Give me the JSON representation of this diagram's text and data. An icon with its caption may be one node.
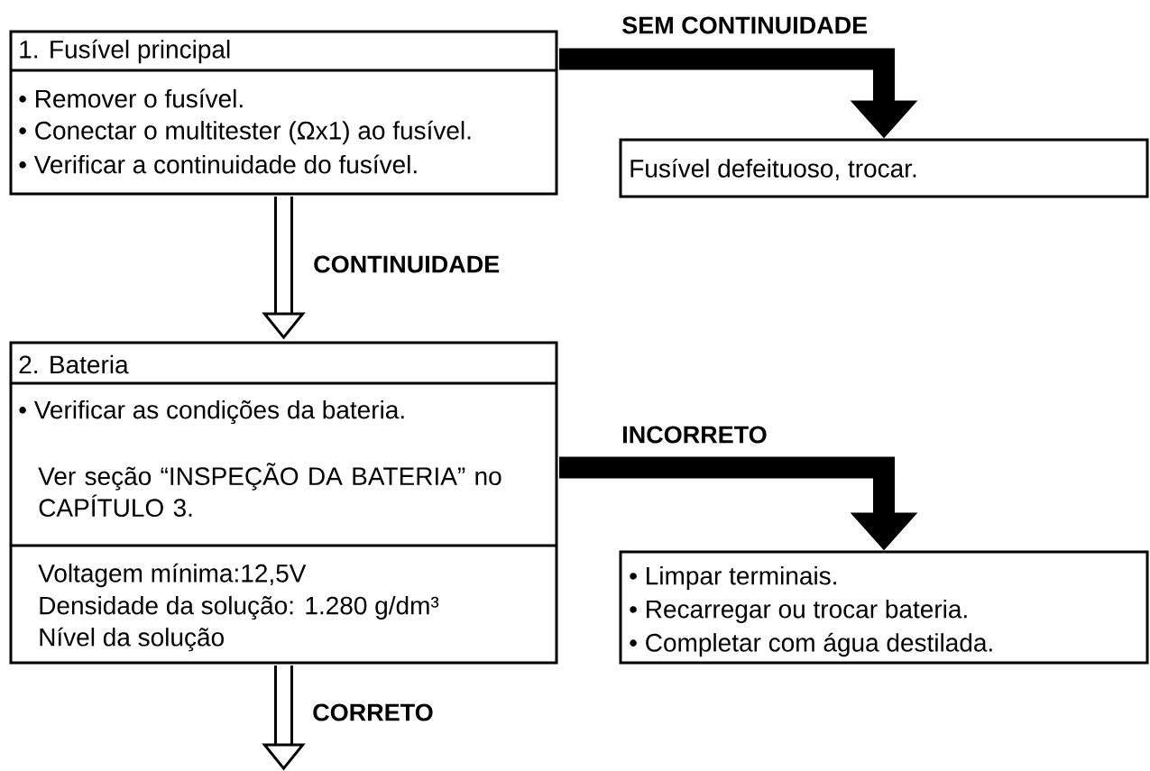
{
  "diagram": {
    "nodes": [
      {
        "text": [
          "1. Fusível principal",
          "• Remover o fusível.",
          "• Conectar o multitester (Ωx1) ao fusível.",
          "• Verificar a continuidade do fusível."
        ]
      },
      {
        "text": [
          "Fusível defeituoso, trocar."
        ]
      },
      {
        "text": [
          "2. Bateria",
          "• Verificar as condições da bateria.",
          "Ver seção “INSPEÇÃO DA BATERIA” no CAPÍTULO 3.",
          "Voltagem mínima:12,5V",
          "Densidade da solução: 1.280 g/dm³",
          "Nível da solução"
        ]
      },
      {
        "text": [
          "• Limpar terminais.",
          "• Recarregar ou trocar bateria.",
          "• Completar com água destilada."
        ]
      }
    ],
    "edges": [
      {
        "from": 0,
        "to": 1,
        "arrow": "to",
        "label": "SEM CONTINUIDADE"
      },
      {
        "from": 0,
        "to": 2,
        "arrow": "to",
        "label": "CONTINUIDADE"
      },
      {
        "from": 2,
        "to": 3,
        "arrow": "to",
        "label": "INCORRETO"
      },
      {
        "from": 2,
        "to": null,
        "arrow": "to",
        "label": "CORRETO"
      }
    ]
  }
}
